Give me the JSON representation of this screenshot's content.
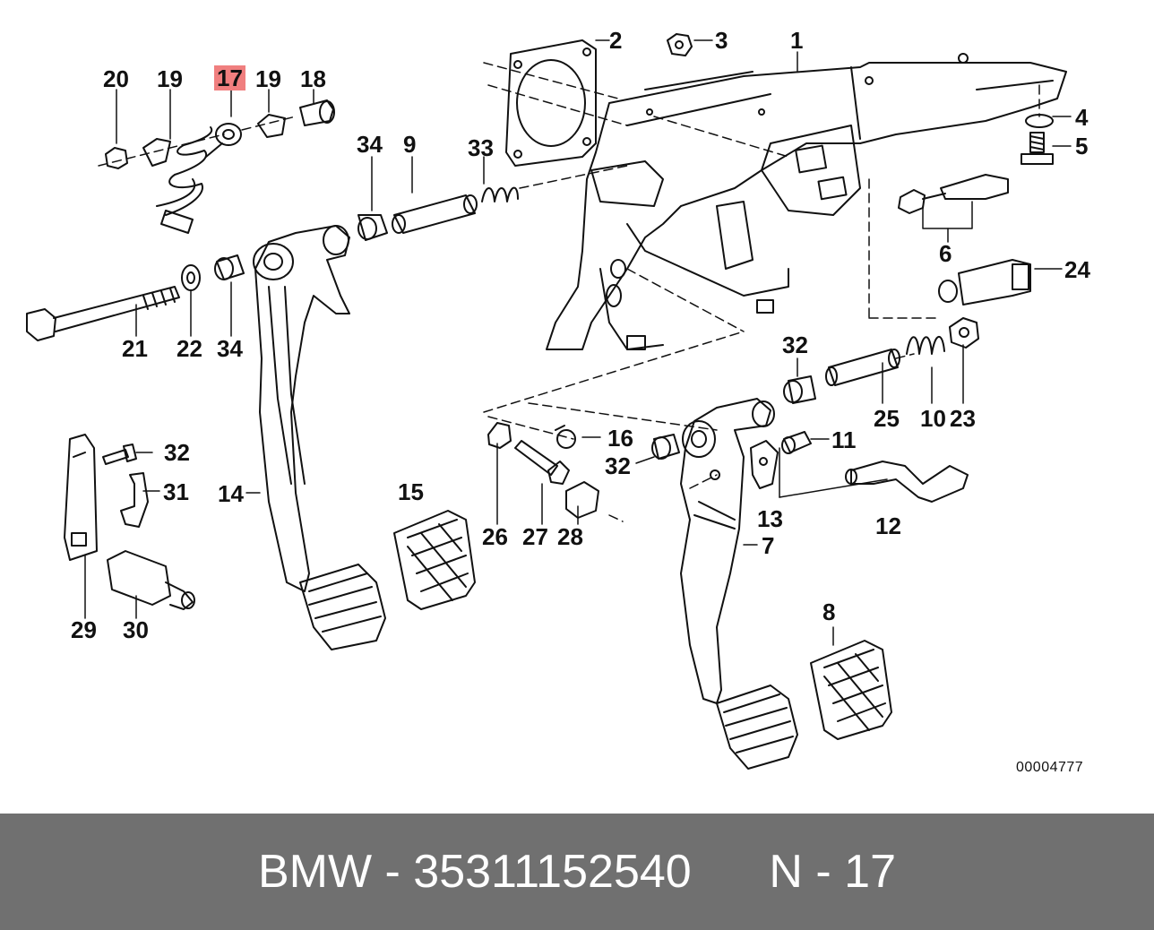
{
  "diagram": {
    "reference_code": "00004777",
    "labels": {
      "l1": "1",
      "l2": "2",
      "l3": "3",
      "l4": "4",
      "l5": "5",
      "l6": "6",
      "l7": "7",
      "l8": "8",
      "l9": "9",
      "l10": "10",
      "l11": "11",
      "l12": "12",
      "l13": "13",
      "l14": "14",
      "l15": "15",
      "l16": "16",
      "l17": "17",
      "l18": "18",
      "l19a": "19",
      "l19b": "19",
      "l20": "20",
      "l21": "21",
      "l22": "22",
      "l23": "23",
      "l24": "24",
      "l25": "25",
      "l26": "26",
      "l27": "27",
      "l28": "28",
      "l29": "29",
      "l30": "30",
      "l31": "31",
      "l32a": "32",
      "l32b": "32",
      "l32c": "32",
      "l33": "33",
      "l34a": "34",
      "l34b": "34"
    },
    "highlighted_label": "17"
  },
  "footer": {
    "brand": "BMW",
    "separator": " - ",
    "part_number": "35311152540",
    "position_prefix": "N - ",
    "position_number": "17"
  }
}
